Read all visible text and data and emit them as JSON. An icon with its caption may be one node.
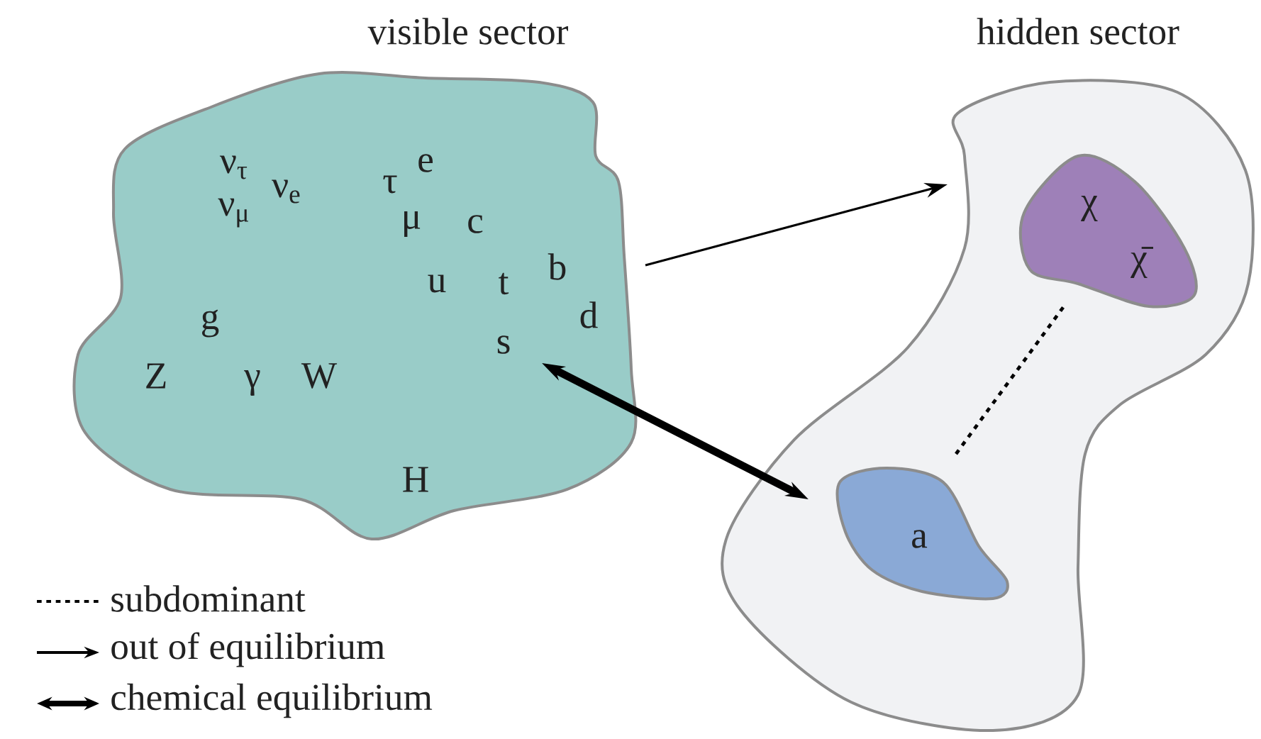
{
  "diagram": {
    "nodes": [
      {
        "text": [
          "visible sector"
        ]
      },
      {
        "text": [
          "hidden sector"
        ]
      },
      {
        "text": [
          "χ",
          "χ̄"
        ],
        "in": 1
      },
      {
        "text": [
          "a"
        ],
        "in": 1
      }
    ],
    "edges": [
      {
        "from": 0,
        "to": 1,
        "arrow": "to"
      },
      {
        "from": 0,
        "to": 3,
        "arrow": "both",
        "style": "thick"
      },
      {
        "from": 3,
        "to": 2,
        "arrow": "none",
        "style": "dashed"
      }
    ],
    "labels": [
      "ν$_{τ}$",
      "ν$_{e}$",
      "ν$_{μ}$",
      "τ",
      "e",
      "μ",
      "c",
      "b",
      "u",
      "t",
      "g",
      "d",
      "s",
      "Z",
      "γ",
      "W",
      "H"
    ],
    "legend": [
      {
        "text": "subdominant"
      },
      {
        "text": "out of equilibrium"
      },
      {
        "text": "chemical equilibrium"
      }
    ]
  }
}
